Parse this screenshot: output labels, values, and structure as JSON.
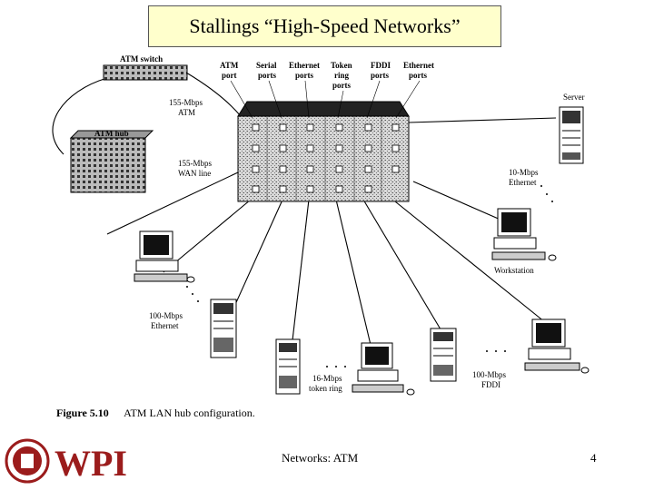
{
  "slide": {
    "title": "Stallings “High-Speed Networks”",
    "footer_center": "Networks: ATM",
    "page_number": "4"
  },
  "figure": {
    "number": "Figure 5.10",
    "caption": "ATM LAN hub configuration."
  },
  "labels": {
    "atm_switch": "ATM switch",
    "atm_hub": "ATM hub",
    "atm_port_1": "ATM",
    "atm_port_2": "port",
    "serial_1": "Serial",
    "serial_2": "ports",
    "ethernet_1": "Ethernet",
    "ethernet_2": "ports",
    "token_1": "Token",
    "token_2": "ring",
    "token_3": "ports",
    "fddi_1": "FDDI",
    "fddi_2": "ports",
    "ethernet2_1": "Ethernet",
    "ethernet2_2": "ports",
    "link155_1": "155-Mbps",
    "link155_2": "ATM",
    "wan_1": "155-Mbps",
    "wan_2": "WAN line",
    "server": "Server",
    "eth10_1": "10-Mbps",
    "eth10_2": "Ethernet",
    "workstation": "Workstation",
    "eth100_1": "100-Mbps",
    "eth100_2": "Ethernet",
    "tr16_1": "16-Mbps",
    "tr16_2": "token ring",
    "fddi100_1": "100-Mbps",
    "fddi100_2": "FDDI"
  },
  "logo": {
    "text": "WPI",
    "color": "#9b1c1c"
  }
}
